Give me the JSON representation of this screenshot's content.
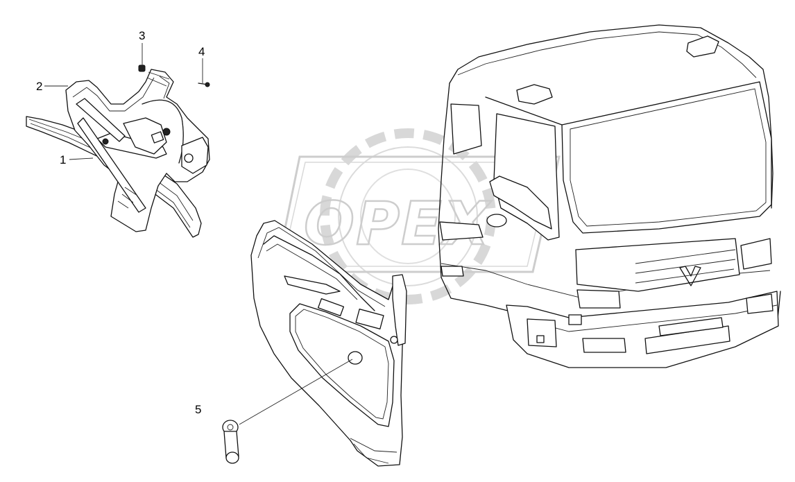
{
  "watermark": {
    "text": "OPEX"
  },
  "callouts": [
    {
      "id": "1",
      "label": "1"
    },
    {
      "id": "2",
      "label": "2"
    },
    {
      "id": "3",
      "label": "3"
    },
    {
      "id": "4",
      "label": "4"
    },
    {
      "id": "5",
      "label": "5"
    }
  ]
}
